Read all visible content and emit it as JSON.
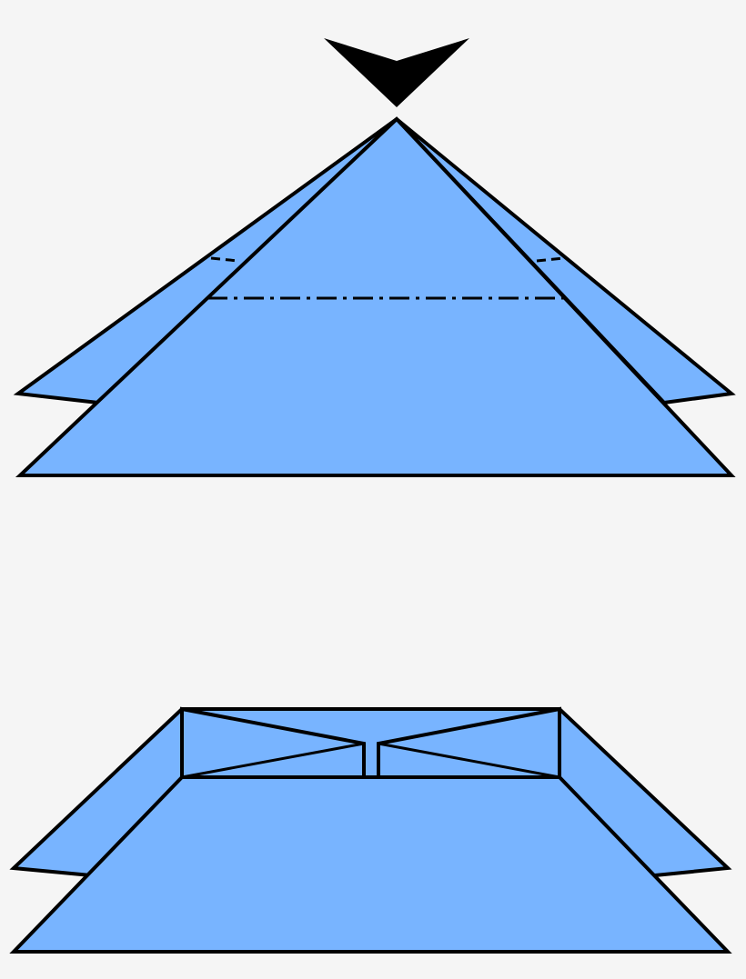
{
  "colors": {
    "paper": "#78b4ff",
    "outline": "#000000",
    "background": "#f5f5f5",
    "arrow": "#000000"
  },
  "steps": [
    {
      "name": "step-1",
      "shape": "triangle",
      "fold": "valley-fold-dash-dot",
      "arrow_icon": "push-down-arrow-icon"
    },
    {
      "name": "step-2",
      "shape": "trapezoid",
      "result": "folded-top"
    }
  ]
}
